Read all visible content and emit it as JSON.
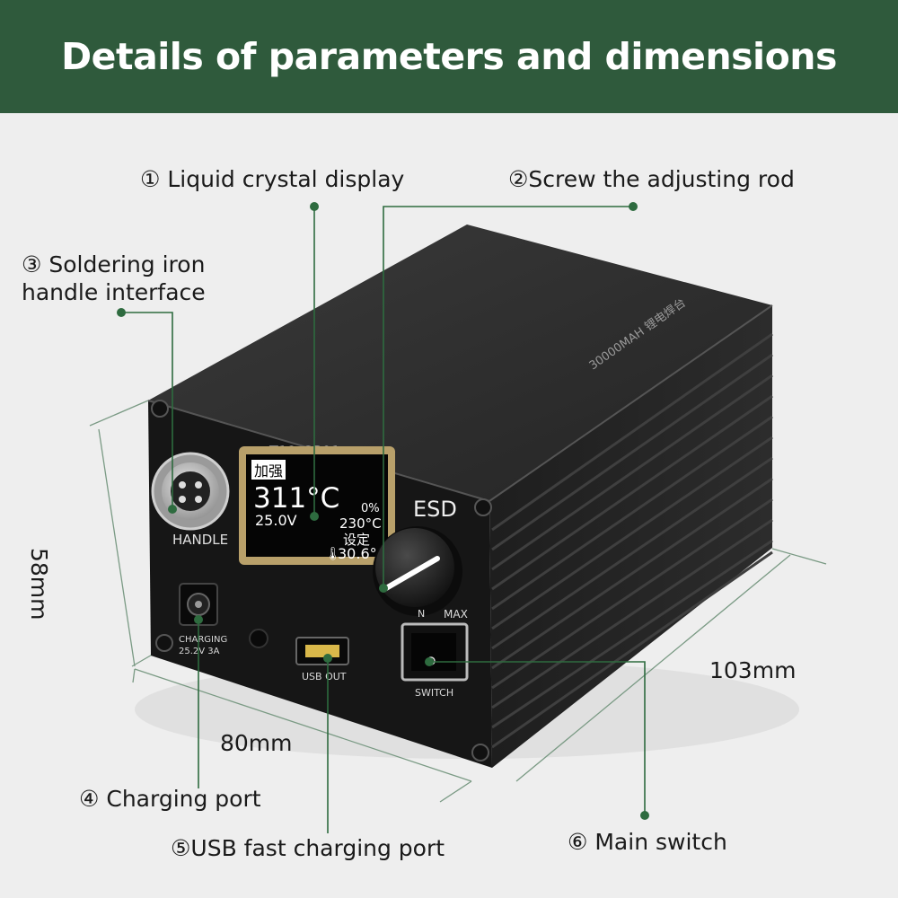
{
  "banner": {
    "title": "Details of parameters and dimensions"
  },
  "callouts": {
    "lcd": "① Liquid crystal display",
    "knob": "②Screw the adjusting rod",
    "handle_line1": "③ Soldering iron",
    "handle_line2": "handle interface",
    "charging": "④ Charging port",
    "usb": "⑤USB fast charging port",
    "switch": "⑥ Main switch"
  },
  "dimensions": {
    "height": "58mm",
    "depth": "103mm",
    "width": "80mm"
  },
  "device": {
    "model": "T12-GP01",
    "esd": "ESD",
    "side_print": "30000MAH 锂电焊台",
    "handle_label": "HANDLE",
    "knob_max": "MAX",
    "knob_min": "N",
    "charging_label1": "CHARGING",
    "charging_label2": "25.2V   3A",
    "usb_label": "USB OUT",
    "switch_label": "SWITCH"
  },
  "lcd": {
    "mode": "加强",
    "temp": "311°C",
    "voltage": "25.0V",
    "percent": "0%",
    "set_temp": "230°C",
    "set_label": "设定",
    "ambient": "30.6°C"
  },
  "colors": {
    "banner_bg": "#2f5a3c",
    "accent_green": "#2e6b3f",
    "device_body": "#2b2b2b",
    "lcd_text": "#ffffff"
  }
}
